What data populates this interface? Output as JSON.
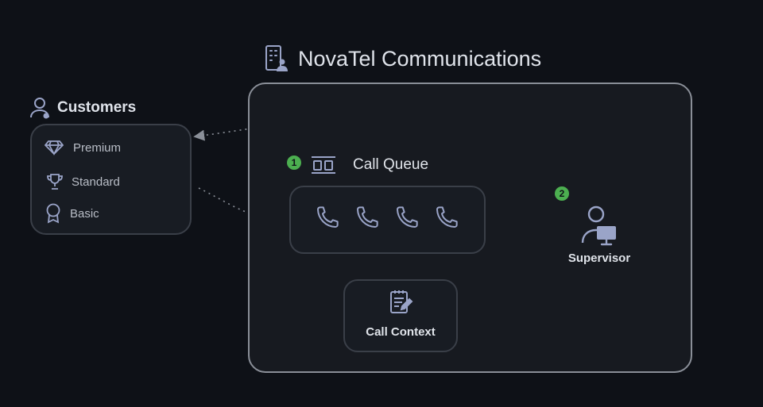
{
  "organization": {
    "name": "NovaTel Communications",
    "icon": "building-people-icon"
  },
  "customers": {
    "title": "Customers",
    "icon": "user-headset-icon",
    "tiers": [
      {
        "label": "Premium",
        "icon": "diamond-icon"
      },
      {
        "label": "Standard",
        "icon": "trophy-icon"
      },
      {
        "label": "Basic",
        "icon": "ribbon-icon"
      }
    ]
  },
  "call_queue": {
    "title": "Call Queue",
    "step": "1",
    "icon": "queue-icon",
    "calls": [
      "phone-icon",
      "phone-icon",
      "phone-icon",
      "phone-icon"
    ]
  },
  "call_context": {
    "label": "Call Context",
    "icon": "notepad-pen-icon"
  },
  "supervisor": {
    "label": "Supervisor",
    "step": "2",
    "icon": "person-monitor-icon"
  },
  "colors": {
    "accent_badge": "#4caf50",
    "border": "#3a3f48",
    "org_border": "#8a8f98",
    "icon": "#9aa4c8"
  }
}
